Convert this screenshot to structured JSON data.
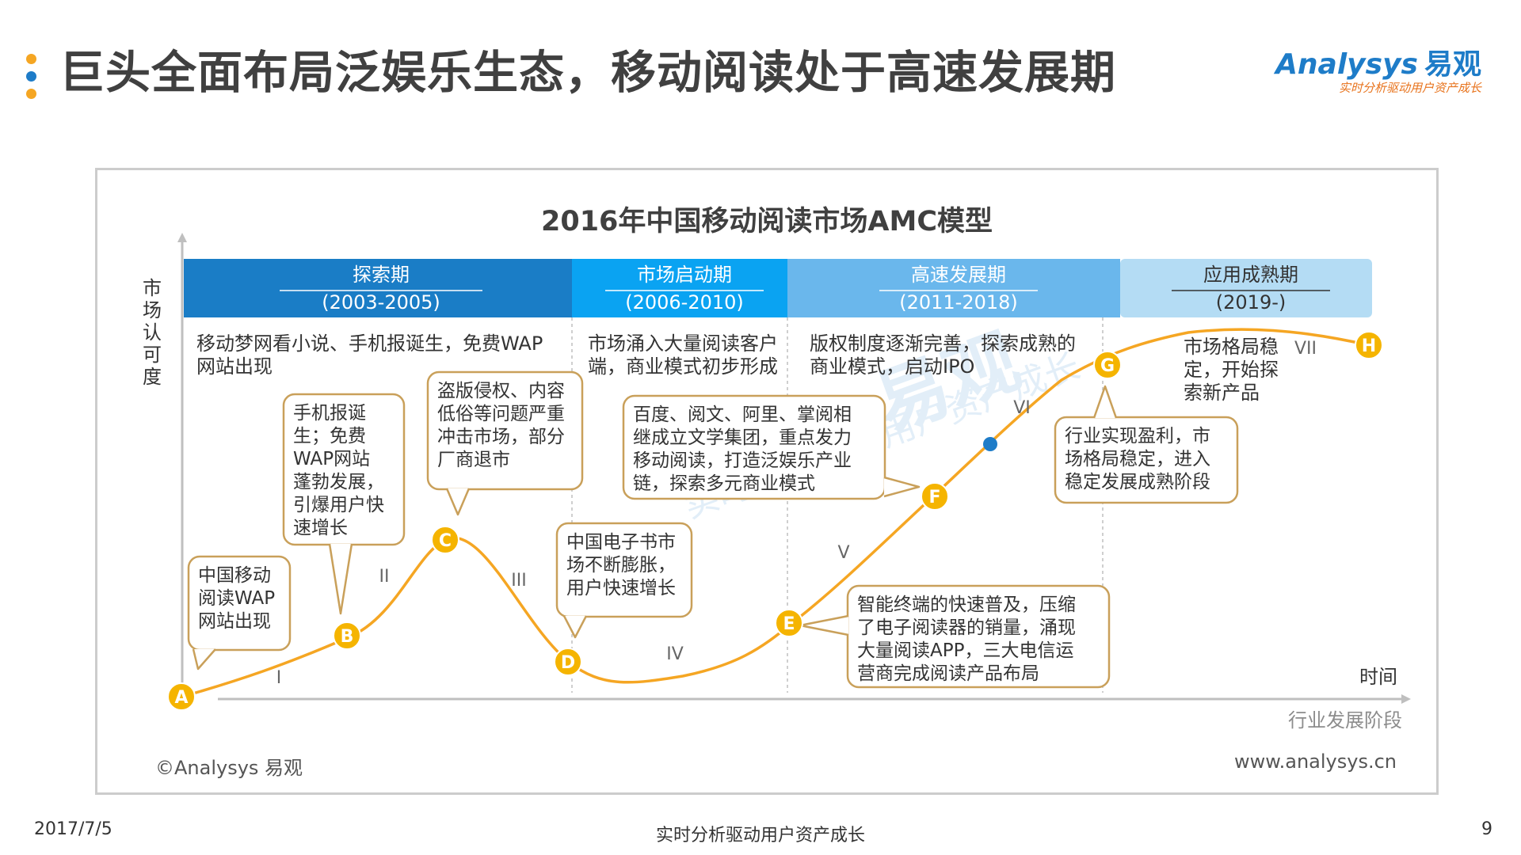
{
  "header": {
    "title": "巨头全面布局泛娱乐生态，移动阅读处于高速发展期",
    "logo_text": "Analysys",
    "logo_cn": "易观",
    "logo_tagline": "实时分析驱动用户资产成长",
    "bullet_colors": [
      "#f5a623",
      "#1e7cc8",
      "#f5a623"
    ]
  },
  "diagram": {
    "title": "2016年中国移动阅读市场AMC模型",
    "y_axis_label": "市场认可度",
    "x_axis_end_label": "时间",
    "x_axis_caption": "行业发展阶段",
    "copyright": "©Analysys 易观",
    "website": "www.analysys.cn",
    "curve_color": "#f5a623",
    "phases": [
      {
        "name": "探索期",
        "years": "(2003-2005)",
        "color": "#1a7dc6",
        "text_color": "#ffffff"
      },
      {
        "name": "市场启动期",
        "years": "(2006-2010)",
        "color": "#0aa3f2",
        "text_color": "#ffffff"
      },
      {
        "name": "高速发展期",
        "years": "(2011-2018)",
        "color": "#6ab7ec",
        "text_color": "#ffffff"
      },
      {
        "name": "应用成熟期",
        "years": "(2019-)",
        "color": "#b4dcf4",
        "text_color": "#333333"
      }
    ],
    "phase_descriptions": [
      [
        "移动梦网看小说、手机报诞生，免费WAP",
        "网站出现"
      ],
      [
        "市场涌入大量阅读客户",
        "端，商业模式初步形成"
      ],
      [
        "版权制度逐渐完善，探索成熟的",
        "商业模式，启动IPO"
      ],
      [
        "市场格局稳",
        "定，开始探",
        "索新产品"
      ]
    ],
    "stage_numerals": [
      "I",
      "II",
      "III",
      "IV",
      "V",
      "VI",
      "VII"
    ],
    "points": [
      "A",
      "B",
      "C",
      "D",
      "E",
      "F",
      "G",
      "H"
    ],
    "callouts": [
      {
        "point": "A",
        "lines": [
          "中国移动",
          "阅读WAP",
          "网站出现"
        ]
      },
      {
        "point": "B",
        "lines": [
          "手机报诞",
          "生；免费",
          "WAP网站",
          "蓬勃发展，",
          "引爆用户快",
          "速增长"
        ]
      },
      {
        "point": "C",
        "lines": [
          "盗版侵权、内容",
          "低俗等问题严重",
          "冲击市场，部分",
          "厂商退市"
        ]
      },
      {
        "point": "D",
        "lines": [
          "中国电子书市",
          "场不断膨胀，",
          "用户快速增长"
        ]
      },
      {
        "point": "E",
        "lines": [
          "智能终端的快速普及，压缩",
          "了电子阅读器的销量，涌现",
          "大量阅读APP，三大电信运",
          "营商完成阅读产品布局"
        ]
      },
      {
        "point": "F",
        "lines": [
          "百度、阅文、阿里、掌阅相",
          "继成立文学集团，重点发力",
          "移动阅读，打造泛娱乐产业",
          "链，探索多元商业模式"
        ]
      },
      {
        "point": "G",
        "lines": [
          "行业实现盈利，市",
          "场格局稳定，进入",
          "稳定发展成熟阶段"
        ]
      }
    ],
    "watermark_text": "易观",
    "watermark_tagline": "实时分析驱动用户资产成长"
  },
  "footer": {
    "date": "2017/7/5",
    "tagline": "实时分析驱动用户资产成长",
    "page": "9"
  }
}
